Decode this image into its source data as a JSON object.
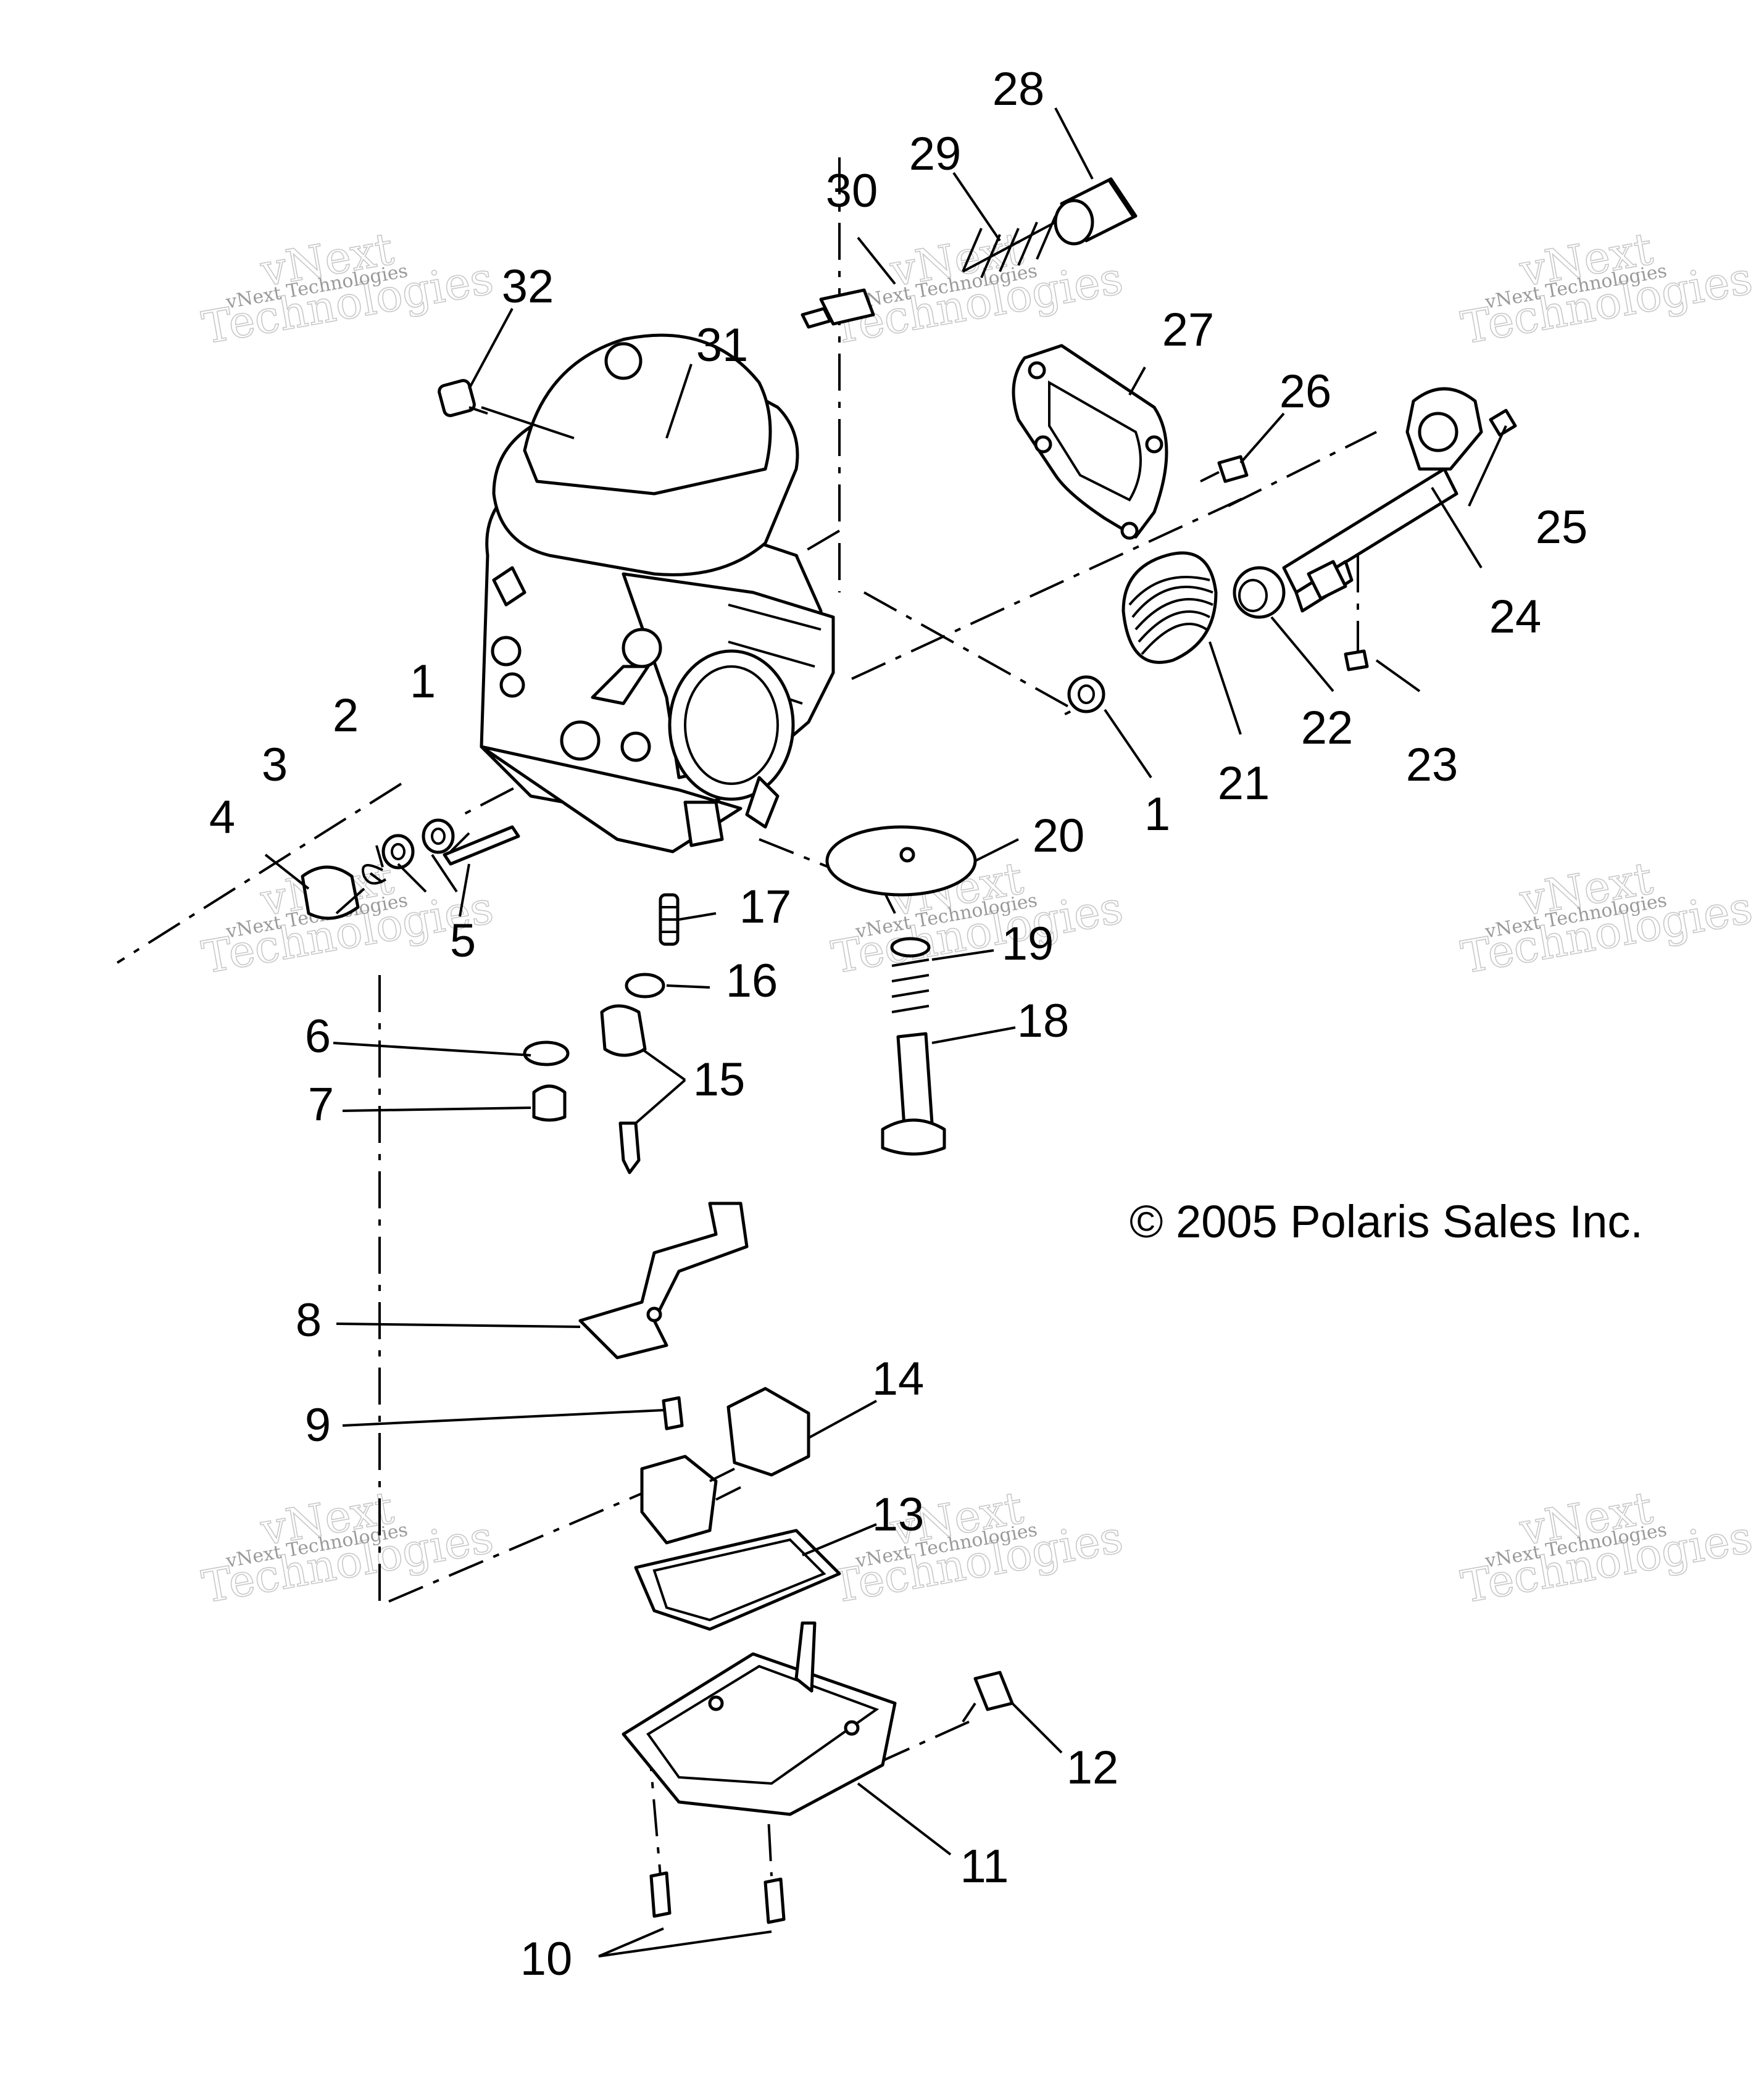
{
  "copyright": "© 2005 Polaris Sales Inc.",
  "watermark": {
    "line1": "vNext",
    "line2": "Technologies",
    "small": "vNext Technologies"
  },
  "callouts": {
    "c1a": "1",
    "c1b": "1",
    "c2": "2",
    "c3": "3",
    "c4": "4",
    "c5": "5",
    "c6": "6",
    "c7": "7",
    "c8": "8",
    "c9": "9",
    "c10": "10",
    "c11": "11",
    "c12": "12",
    "c13": "13",
    "c14": "14",
    "c15": "15",
    "c16": "16",
    "c17": "17",
    "c18": "18",
    "c19": "19",
    "c20": "20",
    "c21": "21",
    "c22": "22",
    "c23": "23",
    "c24": "24",
    "c25": "25",
    "c26": "26",
    "c27": "27",
    "c28": "28",
    "c29": "29",
    "c30": "30",
    "c31": "31",
    "c32": "32"
  }
}
